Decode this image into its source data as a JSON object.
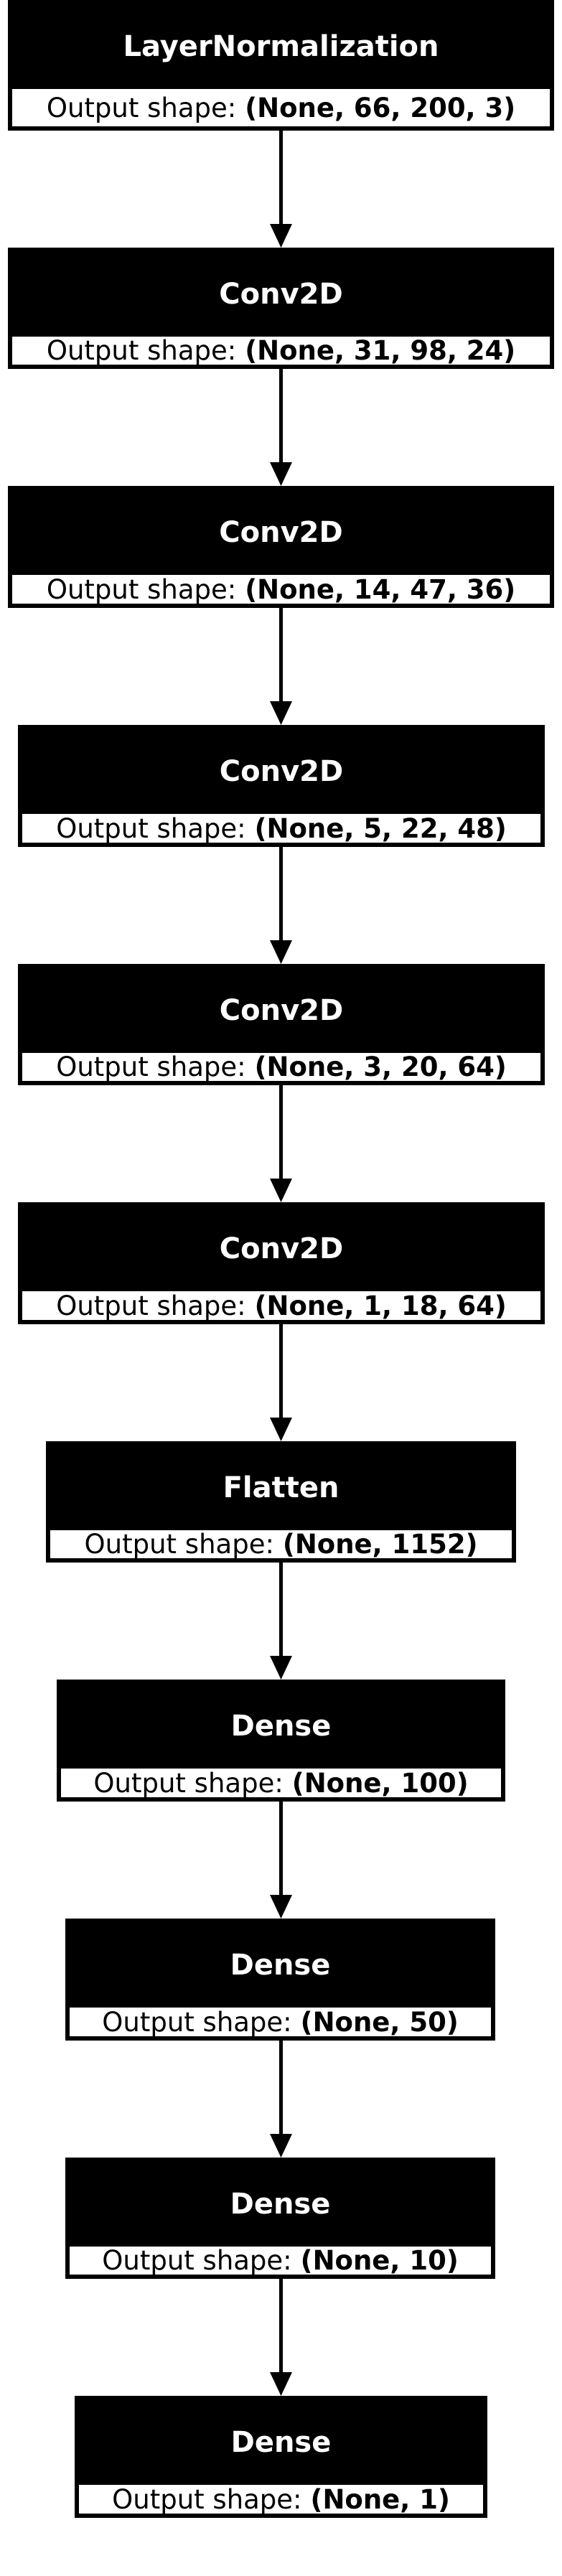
{
  "diagram": {
    "output_label": "Output shape:",
    "layers": [
      {
        "name": "LayerNormalization",
        "shape": "(None, 66, 200, 3)"
      },
      {
        "name": "Conv2D",
        "shape": "(None, 31, 98, 24)"
      },
      {
        "name": "Conv2D",
        "shape": "(None, 14, 47, 36)"
      },
      {
        "name": "Conv2D",
        "shape": "(None, 5, 22, 48)"
      },
      {
        "name": "Conv2D",
        "shape": "(None, 3, 20, 64)"
      },
      {
        "name": "Conv2D",
        "shape": "(None, 1, 18, 64)"
      },
      {
        "name": "Flatten",
        "shape": "(None, 1152)"
      },
      {
        "name": "Dense",
        "shape": "(None, 100)"
      },
      {
        "name": "Dense",
        "shape": "(None, 50)"
      },
      {
        "name": "Dense",
        "shape": "(None, 10)"
      },
      {
        "name": "Dense",
        "shape": "(None, 1)"
      }
    ]
  }
}
